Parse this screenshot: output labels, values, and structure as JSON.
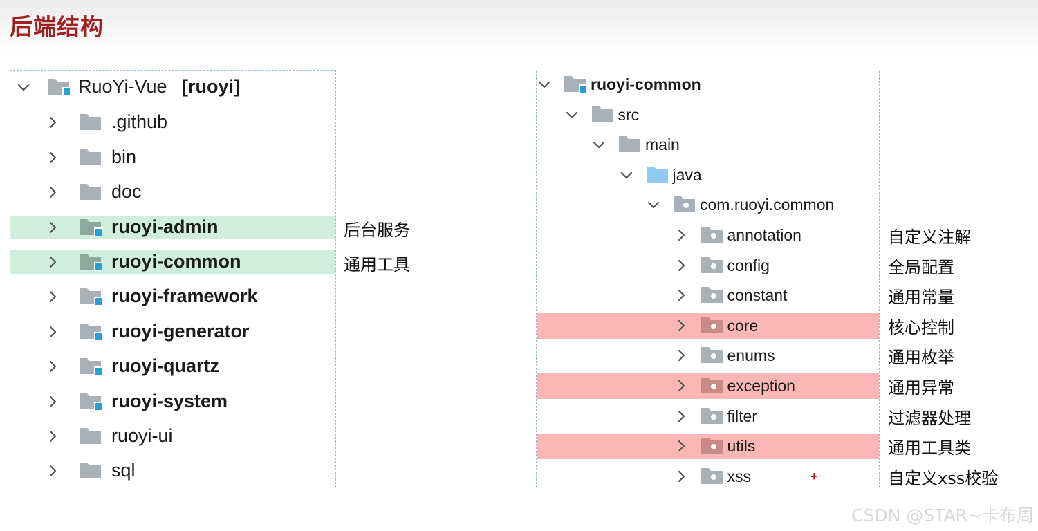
{
  "title": "后端结构",
  "left_tree": {
    "root": {
      "name": "RuoYi-Vue",
      "suffix": "[ruoyi]",
      "expanded": true,
      "icon": "module-folder-icon"
    },
    "items": [
      {
        "name": ".github",
        "bold": false,
        "highlight": "",
        "icon": "folder-icon",
        "note": ""
      },
      {
        "name": "bin",
        "bold": false,
        "highlight": "",
        "icon": "folder-icon",
        "note": ""
      },
      {
        "name": "doc",
        "bold": false,
        "highlight": "",
        "icon": "folder-icon",
        "note": ""
      },
      {
        "name": "ruoyi-admin",
        "bold": true,
        "highlight": "green",
        "icon": "module-folder-icon",
        "note": "后台服务"
      },
      {
        "name": "ruoyi-common",
        "bold": true,
        "highlight": "green",
        "icon": "module-folder-icon",
        "note": "通用工具"
      },
      {
        "name": "ruoyi-framework",
        "bold": true,
        "highlight": "",
        "icon": "module-folder-icon",
        "note": ""
      },
      {
        "name": "ruoyi-generator",
        "bold": true,
        "highlight": "",
        "icon": "module-folder-icon",
        "note": ""
      },
      {
        "name": "ruoyi-quartz",
        "bold": true,
        "highlight": "",
        "icon": "module-folder-icon",
        "note": ""
      },
      {
        "name": "ruoyi-system",
        "bold": true,
        "highlight": "",
        "icon": "module-folder-icon",
        "note": ""
      },
      {
        "name": "ruoyi-ui",
        "bold": false,
        "highlight": "",
        "icon": "folder-icon",
        "note": ""
      },
      {
        "name": "sql",
        "bold": false,
        "highlight": "",
        "icon": "folder-icon",
        "note": ""
      }
    ]
  },
  "right_tree": {
    "items": [
      {
        "name": "ruoyi-common",
        "depth": 0,
        "expanded": true,
        "bold": true,
        "icon": "module-folder-icon",
        "highlight": "",
        "note": ""
      },
      {
        "name": "src",
        "depth": 1,
        "expanded": true,
        "bold": false,
        "icon": "folder-icon",
        "highlight": "",
        "note": ""
      },
      {
        "name": "main",
        "depth": 2,
        "expanded": true,
        "bold": false,
        "icon": "folder-icon",
        "highlight": "",
        "note": ""
      },
      {
        "name": "java",
        "depth": 3,
        "expanded": true,
        "bold": false,
        "icon": "source-folder-icon",
        "highlight": "",
        "note": ""
      },
      {
        "name": "com.ruoyi.common",
        "depth": 4,
        "expanded": true,
        "bold": false,
        "icon": "package-icon",
        "highlight": "",
        "note": ""
      },
      {
        "name": "annotation",
        "depth": 5,
        "expanded": false,
        "bold": false,
        "icon": "package-icon",
        "highlight": "",
        "note": "自定义注解"
      },
      {
        "name": "config",
        "depth": 5,
        "expanded": false,
        "bold": false,
        "icon": "package-icon",
        "highlight": "",
        "note": "全局配置"
      },
      {
        "name": "constant",
        "depth": 5,
        "expanded": false,
        "bold": false,
        "icon": "package-icon",
        "highlight": "",
        "note": "通用常量"
      },
      {
        "name": "core",
        "depth": 5,
        "expanded": false,
        "bold": false,
        "icon": "package-icon",
        "highlight": "red",
        "note": "核心控制"
      },
      {
        "name": "enums",
        "depth": 5,
        "expanded": false,
        "bold": false,
        "icon": "package-icon",
        "highlight": "",
        "note": "通用枚举"
      },
      {
        "name": "exception",
        "depth": 5,
        "expanded": false,
        "bold": false,
        "icon": "package-icon",
        "highlight": "red",
        "note": "通用异常"
      },
      {
        "name": "filter",
        "depth": 5,
        "expanded": false,
        "bold": false,
        "icon": "package-icon",
        "highlight": "",
        "note": "过滤器处理"
      },
      {
        "name": "utils",
        "depth": 5,
        "expanded": false,
        "bold": false,
        "icon": "package-icon",
        "highlight": "red",
        "note": "通用工具类"
      },
      {
        "name": "xss",
        "depth": 5,
        "expanded": false,
        "bold": false,
        "icon": "package-icon",
        "highlight": "",
        "note": "自定义xss校验",
        "mark": "+"
      }
    ]
  },
  "watermark": "CSDN @STAR~卡布周",
  "colors": {
    "title": "#a11f1f",
    "highlight_green": "#cfeede",
    "highlight_red": "#fbb6b6",
    "folder_gray": "#a9b0b8",
    "folder_blue": "#8ecdf0",
    "module_badge": "#2a9fd6"
  }
}
